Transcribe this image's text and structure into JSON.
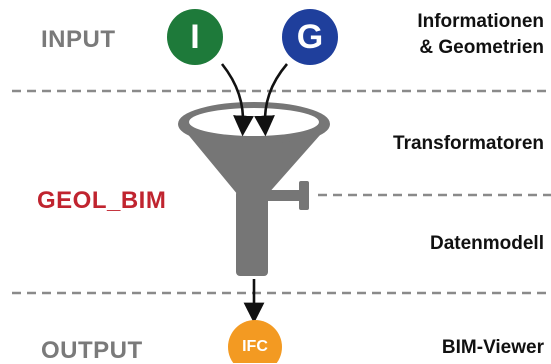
{
  "left_labels": {
    "input": "INPUT",
    "geol_bim": "GEOL_BIM",
    "output": "OUTPUT"
  },
  "right_labels": {
    "informationen_line1": "Informationen",
    "informationen_line2": "& Geometrien",
    "transformatoren": "Transformatoren",
    "datenmodell": "Datenmodell",
    "bim_viewer": "BIM-Viewer"
  },
  "circles": {
    "i": "I",
    "g": "G",
    "ifc": "IFC"
  },
  "colors": {
    "input_circle_i": "#1e7a3a",
    "input_circle_g": "#1f3f9c",
    "output_circle_ifc": "#f39a22",
    "funnel_gray": "#767676",
    "geol_bim_red": "#c0242f",
    "left_label_gray": "#7a7a7a",
    "divider_gray": "#8a8a8a"
  }
}
